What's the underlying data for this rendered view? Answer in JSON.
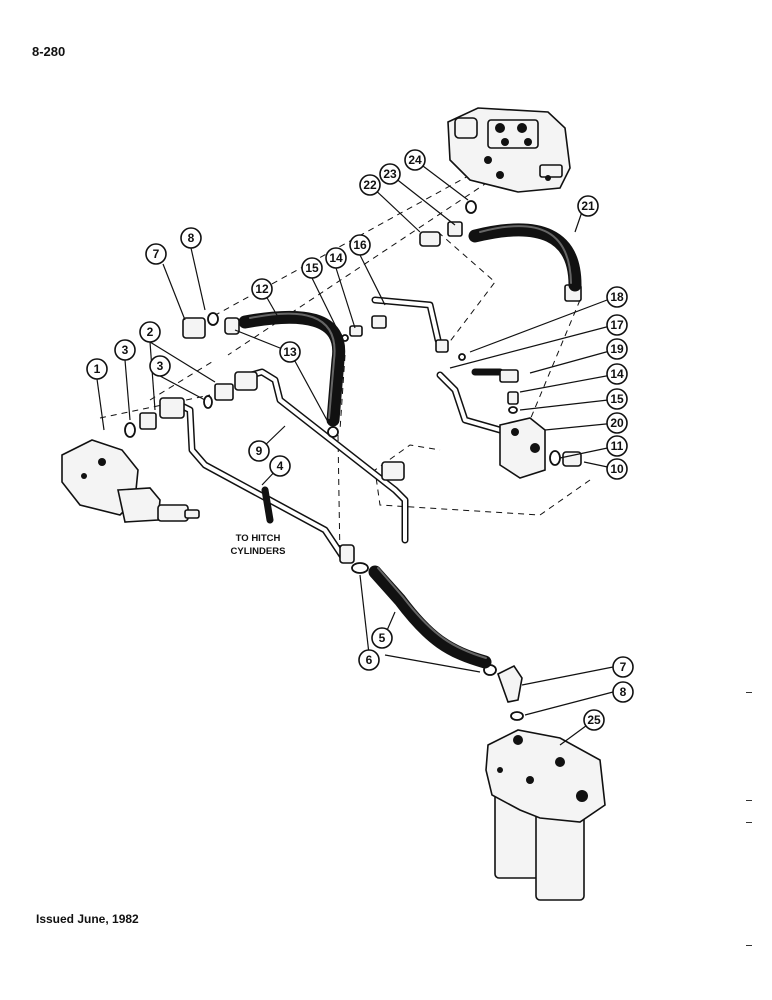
{
  "header": {
    "page_number": "8-280"
  },
  "footer": {
    "issued": "Issued June, 1982"
  },
  "diagram": {
    "note": {
      "line1": "TO HITCH",
      "line2": "CYLINDERS"
    },
    "callouts": {
      "c1": "1",
      "c2": "2",
      "c3a": "3",
      "c3b": "3",
      "c4": "4",
      "c5": "5",
      "c6": "6",
      "c7a": "7",
      "c7b": "7",
      "c8a": "8",
      "c8b": "8",
      "c9": "9",
      "c10": "10",
      "c11": "11",
      "c12": "12",
      "c13": "13",
      "c14a": "14",
      "c14b": "14",
      "c15a": "15",
      "c15b": "15",
      "c16": "16",
      "c17": "17",
      "c18": "18",
      "c19": "19",
      "c20": "20",
      "c21": "21",
      "c22": "22",
      "c23": "23",
      "c24": "24",
      "c25": "25"
    }
  }
}
